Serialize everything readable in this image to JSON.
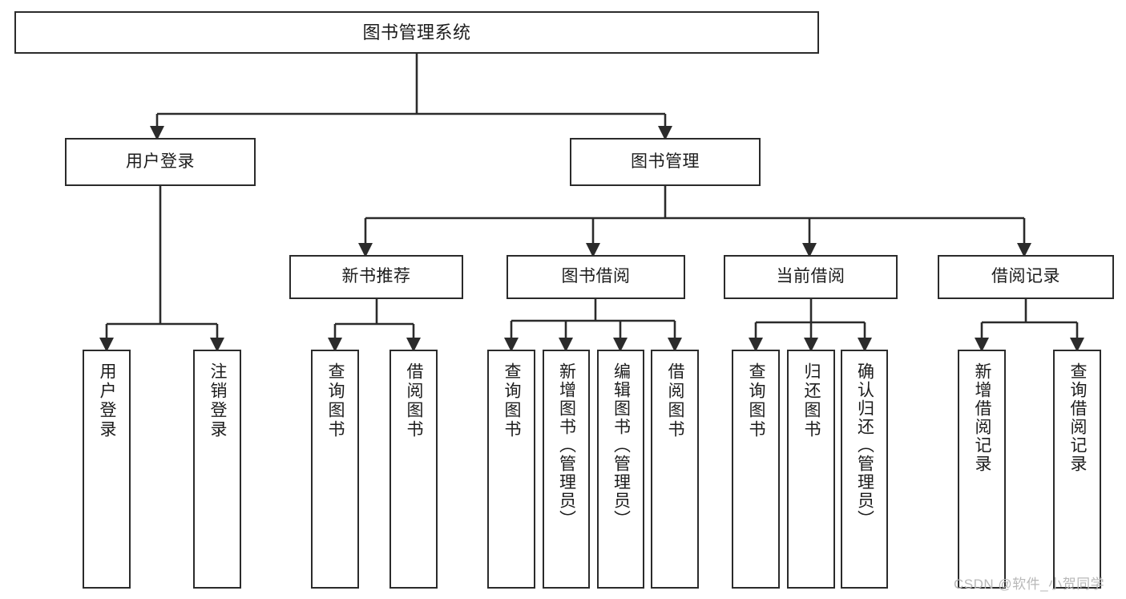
{
  "diagram": {
    "title": "图书管理系统",
    "type": "hierarchy-tree",
    "root": {
      "label": "图书管理系统"
    },
    "level1": [
      {
        "label": "用户登录"
      },
      {
        "label": "图书管理"
      }
    ],
    "level2": [
      {
        "label": "新书推荐"
      },
      {
        "label": "图书借阅"
      },
      {
        "label": "当前借阅"
      },
      {
        "label": "借阅记录"
      }
    ],
    "leaves": {
      "user_login": [
        {
          "label": "用户登录"
        },
        {
          "label": "注销登录"
        }
      ],
      "new_book_recommend": [
        {
          "label": "查询图书"
        },
        {
          "label": "借阅图书"
        }
      ],
      "book_borrow": [
        {
          "label": "查询图书"
        },
        {
          "label": "新增图书（管理员）"
        },
        {
          "label": "编辑图书（管理员）"
        },
        {
          "label": "借阅图书"
        }
      ],
      "current_borrow": [
        {
          "label": "查询图书"
        },
        {
          "label": "归还图书"
        },
        {
          "label": "确认归还（管理员）"
        }
      ],
      "borrow_record": [
        {
          "label": "新增借阅记录"
        },
        {
          "label": "查询借阅记录"
        }
      ]
    }
  },
  "watermark": {
    "text": "CSDN @软件_小贺同学"
  },
  "colors": {
    "stroke": "#2b2b2b",
    "background": "#ffffff",
    "text": "#1c1c1c",
    "watermark": "#b8b8b8"
  }
}
